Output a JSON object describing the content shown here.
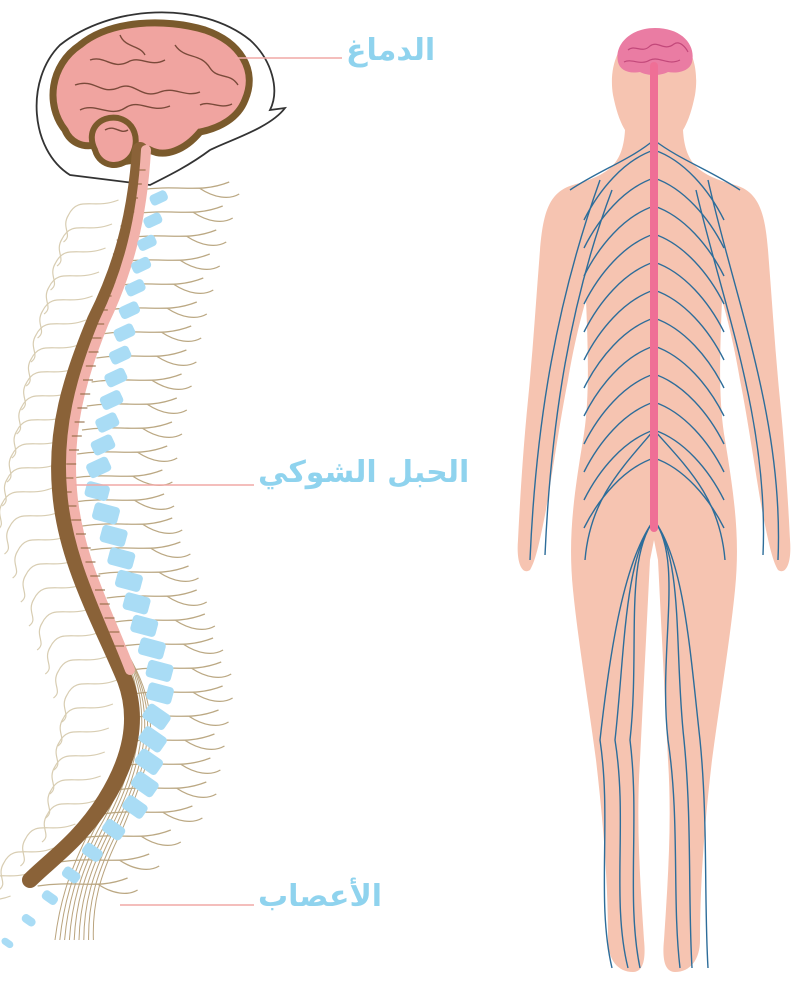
{
  "colors": {
    "label": "#8fd3ee",
    "leader": "#f0a9a6",
    "brain": "#f0a4a0",
    "brain_outline": "#7a5a2c",
    "spine_brown": "#8a6238",
    "cord_pink": "#f2b2ab",
    "vertebra": "#a9dcf5",
    "nerve": "#cdbf9e",
    "skin": "#f6c4b1",
    "body_nerve": "#2d6d9a",
    "cns_pink": "#ef6f96",
    "head_brain": "#ea7ca3"
  },
  "labels": {
    "brain": "الدماغ",
    "spinal_cord": "الحبل الشوكي",
    "nerves": "الأعصاب"
  }
}
